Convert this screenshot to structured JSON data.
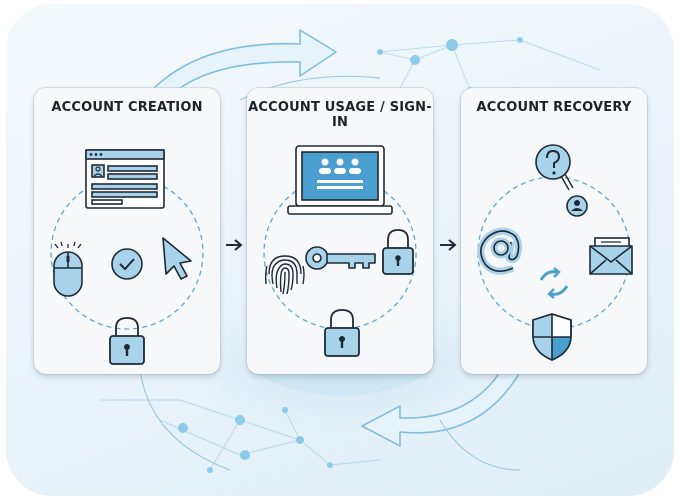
{
  "stages": [
    {
      "title": "ACCOUNT CREATION"
    },
    {
      "title": "ACCOUNT USAGE / SIGN-IN"
    },
    {
      "title": "ACCOUNT RECOVERY"
    }
  ],
  "icons": {
    "creation": [
      "browser-form-icon",
      "mouse-icon",
      "checkmark-icon",
      "cursor-arrow-icon",
      "padlock-icon"
    ],
    "usage": [
      "laptop-users-icon",
      "fingerprint-icon",
      "key-icon",
      "padlock-icon",
      "padlock-icon"
    ],
    "recovery": [
      "question-bubble-icon",
      "user-badge-icon",
      "at-sign-icon",
      "envelope-icon",
      "sync-arrows-icon",
      "shield-icon"
    ]
  },
  "colors": {
    "accent": "#4a9fd0",
    "icon_fill": "#a9d3ea",
    "outline": "#1f2a36",
    "card_bg": "#f7f8f9"
  }
}
